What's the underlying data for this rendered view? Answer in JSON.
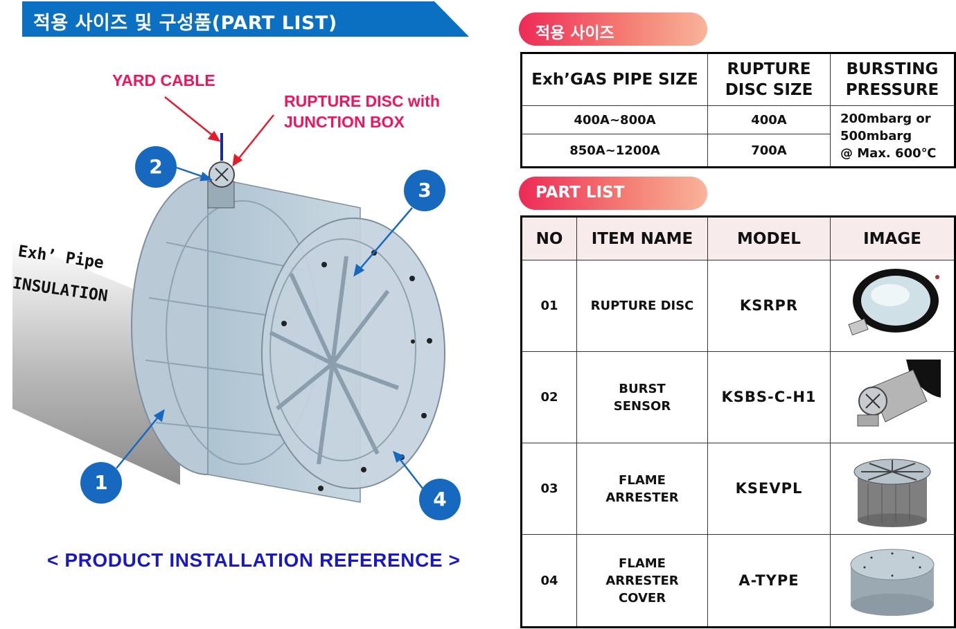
{
  "header": {
    "title": "적용 사이즈 및 구성품(PART LIST)"
  },
  "figure": {
    "callouts": {
      "yard_cable": "YARD CABLE",
      "rupture_line1": "RUPTURE DISC with",
      "rupture_line2": "JUNCTION BOX"
    },
    "pipe": {
      "line1": "Exh’ Pipe",
      "line2": "INSULATION"
    },
    "badges": [
      "1",
      "2",
      "3",
      "4"
    ],
    "caption": "< PRODUCT INSTALLATION REFERENCE >"
  },
  "sizes": {
    "label": "적용 사이즈",
    "headers": {
      "pipe": "Exh’GAS PIPE SIZE",
      "disc_1": "RUPTURE",
      "disc_2": "DISC SIZE",
      "burst_1": "BURSTING",
      "burst_2": "PRESSURE"
    },
    "rows": [
      {
        "pipe": "400A~800A",
        "disc": "400A"
      },
      {
        "pipe": "850A~1200A",
        "disc": "700A"
      }
    ],
    "burst": {
      "line1": "200mbarg or",
      "line2": "500mbarg",
      "line3": "@ Max. 600℃"
    }
  },
  "parts": {
    "label": "PART LIST",
    "headers": {
      "no": "NO",
      "name": "ITEM NAME",
      "model": "MODEL",
      "image": "IMAGE"
    },
    "rows": [
      {
        "no": "01",
        "name_1": "RUPTURE DISC",
        "model": "KSRPR",
        "image": "rupture-disc-image"
      },
      {
        "no": "02",
        "name_1": "BURST",
        "name_2": "SENSOR",
        "model": "KSBS-C-H1",
        "image": "burst-sensor-image"
      },
      {
        "no": "03",
        "name_1": "FLAME",
        "name_2": "ARRESTER",
        "model": "KSEVPL",
        "image": "flame-arrester-image"
      },
      {
        "no": "04",
        "name_1": "FLAME",
        "name_2": "ARRESTER",
        "name_3": "COVER",
        "model": "A-TYPE",
        "image": "flame-arrester-cover-image"
      }
    ]
  },
  "colors": {
    "banner": "#0b6fc2",
    "badge": "#1769bf",
    "callout": "#f0145a",
    "caption": "#1818c8",
    "pill_start": "#ee2a56",
    "pill_end": "#f9b49a"
  }
}
